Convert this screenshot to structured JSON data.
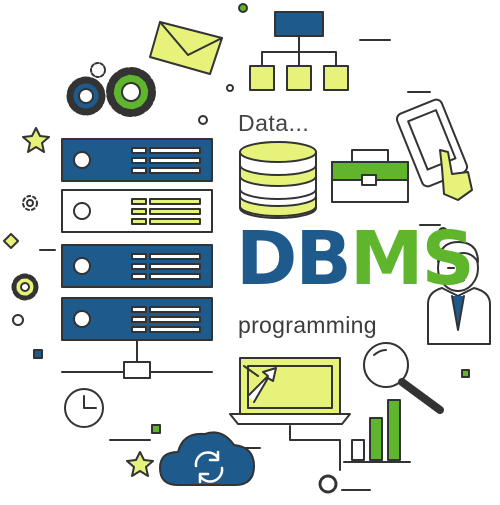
{
  "labels": {
    "data_text": "Data...",
    "title_part1": "DB",
    "title_part2": "MS",
    "subtitle": "programming"
  },
  "icons": [
    "envelope-icon",
    "hierarchy-icon",
    "gear-icon",
    "smartphone-icon",
    "server-rack-icon",
    "database-icon",
    "briefcase-icon",
    "user-icon",
    "clock-icon",
    "laptop-icon",
    "magnifier-icon",
    "bar-chart-icon",
    "cloud-sync-icon",
    "star-icon"
  ],
  "colors": {
    "dark_blue": "#1f5a8c",
    "green": "#5fb52c",
    "lime": "#e6f27a",
    "outline": "#333333"
  }
}
